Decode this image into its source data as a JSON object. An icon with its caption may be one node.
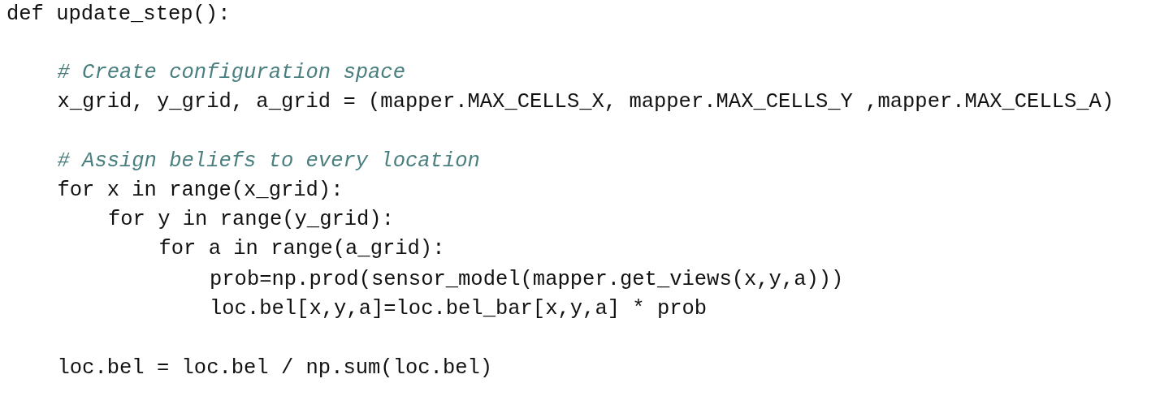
{
  "diagram": {
    "labels": [
      "def update_step():",
      "# Create configuration space",
      "x_grid, y_grid, a_grid = (mapper.MAX_CELLS_X, mapper.MAX_CELLS_Y ,mapper.MAX_CELLS_A)",
      "# Assign beliefs to every location",
      "for x in range(x_grid):",
      "for y in range(y_grid):",
      "for a in range(a_grid):",
      "prob=np.prod(sensor_model(mapper.get_views(x,y,a)))",
      "loc.bel[x,y,a]=loc.bel_bar[x,y,a] * prob",
      "loc.bel = loc.bel / np.sum(loc.bel)"
    ]
  }
}
